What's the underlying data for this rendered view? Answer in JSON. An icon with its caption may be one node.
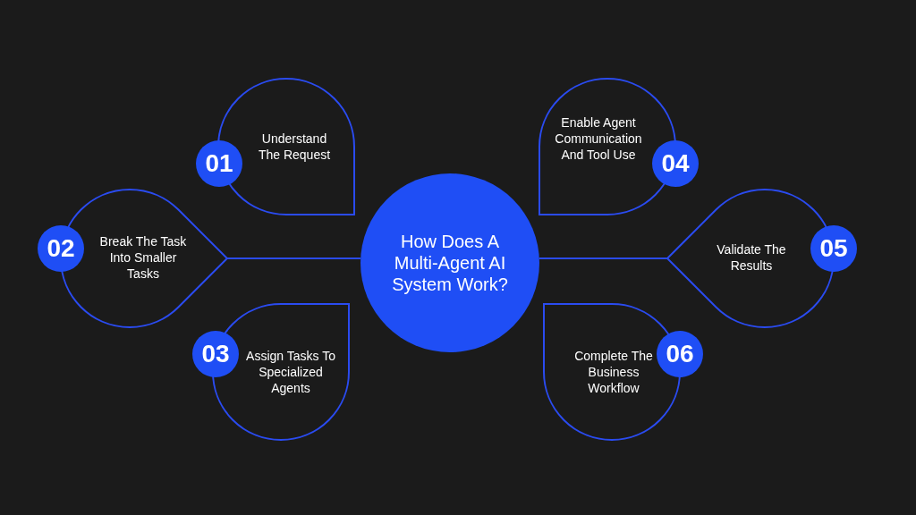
{
  "diagram": {
    "nodes": [
      {
        "text": [
          "How Does A Multi-Agent AI System Work?"
        ]
      },
      {
        "text": [
          "01",
          "Understand The Request"
        ]
      },
      {
        "text": [
          "02",
          "Break The Task Into Smaller Tasks"
        ]
      },
      {
        "text": [
          "03",
          "Assign Tasks To Specialized Agents"
        ]
      },
      {
        "text": [
          "Enable Agent Communication And Tool Use",
          "04"
        ]
      },
      {
        "text": [
          "Validate The Results",
          "05"
        ]
      },
      {
        "text": [
          "Complete The Business Workflow",
          "06"
        ]
      }
    ],
    "edges": [
      {
        "from": 0,
        "to": 2,
        "arrow": "none"
      },
      {
        "from": 0,
        "to": 5,
        "arrow": "none"
      }
    ]
  }
}
